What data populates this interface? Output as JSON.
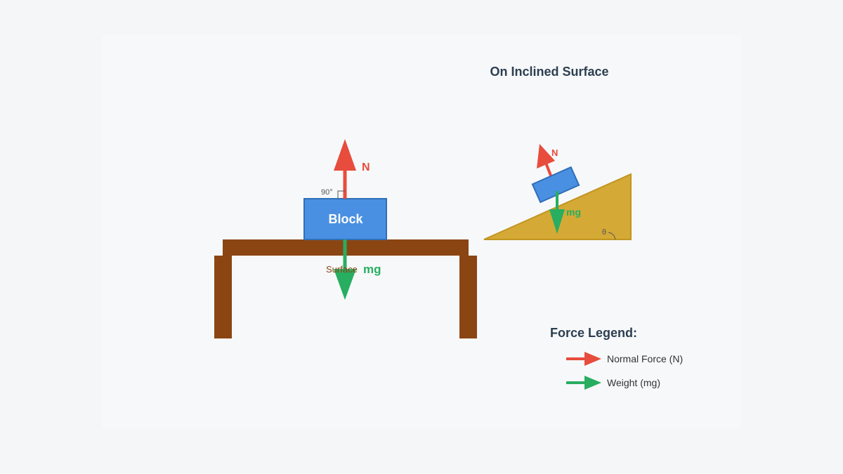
{
  "incline_title": "On Inclined Surface",
  "flat": {
    "block_label": "Block",
    "normal_label": "N",
    "weight_label": "mg",
    "angle_label": "90°",
    "surface_label": "Surface"
  },
  "incline": {
    "normal_label": "N",
    "weight_label": "mg",
    "angle_label": "θ"
  },
  "legend": {
    "title": "Force Legend:",
    "items": [
      {
        "label": "Normal Force (N)",
        "color": "#e74c3c"
      },
      {
        "label": "Weight (mg)",
        "color": "#27ae60"
      }
    ]
  },
  "colors": {
    "block": "#4a90e2",
    "table": "#8b4513",
    "incline": "#d4a935",
    "normal": "#e74c3c",
    "weight": "#27ae60"
  }
}
